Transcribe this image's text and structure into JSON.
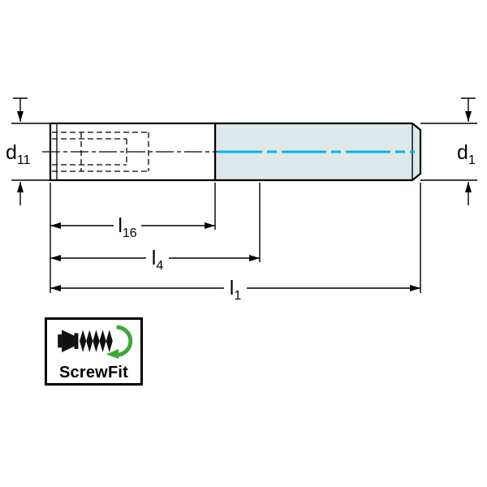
{
  "labels": {
    "d11": {
      "base": "d",
      "sub": "11"
    },
    "d1": {
      "base": "d",
      "sub": "1"
    },
    "l16": {
      "base": "l",
      "sub": "16"
    },
    "l4": {
      "base": "l",
      "sub": "4"
    },
    "l1": {
      "base": "l",
      "sub": "1"
    }
  },
  "colors": {
    "outline": "#000000",
    "shank_fill": "#dee7ea",
    "coolant_line": "#00b6e3",
    "logo_green": "#3aa935"
  },
  "logo": {
    "text": "ScrewFit"
  }
}
